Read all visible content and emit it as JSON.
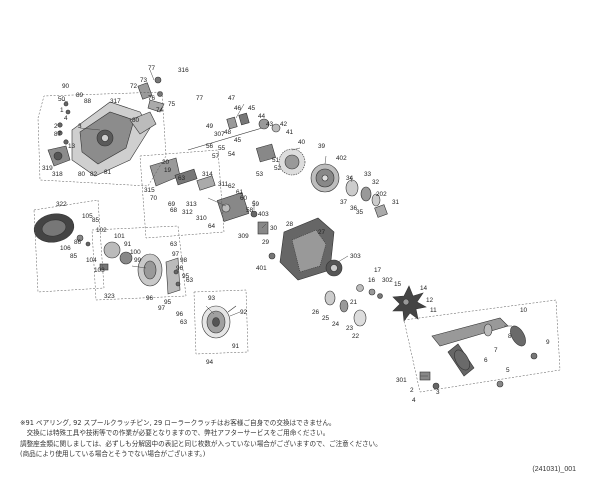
{
  "parts": {
    "p77a": "77",
    "p316": "316",
    "p72": "72",
    "p73": "73",
    "p90": "90",
    "p89": "89",
    "p88": "88",
    "p50": "50",
    "p317": "317",
    "p76": "76",
    "p75": "75",
    "p74": "74",
    "p77b": "77",
    "p1": "1",
    "p87": "87",
    "p2": "2",
    "p4": "4",
    "p3": "3",
    "p80a": "80",
    "p13": "13",
    "p318": "318",
    "p319": "319",
    "p80b": "80",
    "p82": "82",
    "p81": "81",
    "p47": "47",
    "p46": "46",
    "p45a": "45",
    "p49": "49",
    "p307": "307",
    "p48": "48",
    "p44": "44",
    "p43": "43",
    "p42": "42",
    "p45b": "45",
    "p41": "41",
    "p40": "40",
    "p55": "55",
    "p39": "39",
    "p57": "57",
    "p56": "56",
    "p54": "54",
    "p402": "402",
    "p20": "20",
    "p19": "19",
    "p34": "34",
    "p53": "53",
    "p51": "51",
    "p52": "52",
    "p315": "315",
    "p70": "70",
    "p314": "314",
    "p63a": "63",
    "p311": "311",
    "p62": "62",
    "p61": "61",
    "p60": "60",
    "p33": "33",
    "p32": "32",
    "p202": "202",
    "p31": "31",
    "p37": "37",
    "p36": "36",
    "p35": "35",
    "p69": "69",
    "p68": "68",
    "p313": "313",
    "p312": "312",
    "p310": "310",
    "p64": "64",
    "p58": "58",
    "p59": "59",
    "p403": "403",
    "p322": "322",
    "p105": "105",
    "p85a": "85",
    "p106": "106",
    "p101": "101",
    "p86": "86",
    "p102": "102",
    "p85b": "85",
    "p104": "104",
    "p103": "103",
    "p91a": "91",
    "p100": "100",
    "p99": "99",
    "p63b": "63",
    "p97": "97",
    "p28": "28",
    "p27": "27",
    "p30": "30",
    "p29": "29",
    "p309": "309",
    "p401": "401",
    "p98": "98",
    "p96a": "96",
    "p95a": "95",
    "p63c": "63",
    "p323": "323",
    "p96b": "96",
    "p95b": "95",
    "p93": "93",
    "p97b": "97",
    "p96c": "96",
    "p63d": "63",
    "p92": "92",
    "p91b": "91",
    "p94": "94",
    "p303": "303",
    "p17": "17",
    "p16": "16",
    "p302": "302",
    "p15": "15",
    "p14": "14",
    "p12": "12",
    "p11": "11",
    "p26": "26",
    "p25": "25",
    "p24": "24",
    "p23": "23",
    "p22": "22",
    "p21": "21",
    "p10": "10",
    "p8": "8",
    "p9": "9",
    "p7": "7",
    "p6": "6",
    "p5": "5",
    "p301": "301",
    "p2b": "2",
    "p3b": "3",
    "p4b": "4"
  },
  "notes": {
    "line1": "※91 ベアリング, 92 スプールクラッチピン, 29 ローラークラッチはお客様ご自身での交換はできません。",
    "line2": "　交換には特殊工具や技術等での作業が必要となりますので、弊社アフターサービスをご用命ください。",
    "line3": "調整座金類に関しましては、必ずしも分解図中の表記と同じ枚数が入っていない場合がございますので、ご注意ください。",
    "line4": "(商品により使用している場合とそうでない場合がございます。)"
  },
  "code": "(241031)_001"
}
